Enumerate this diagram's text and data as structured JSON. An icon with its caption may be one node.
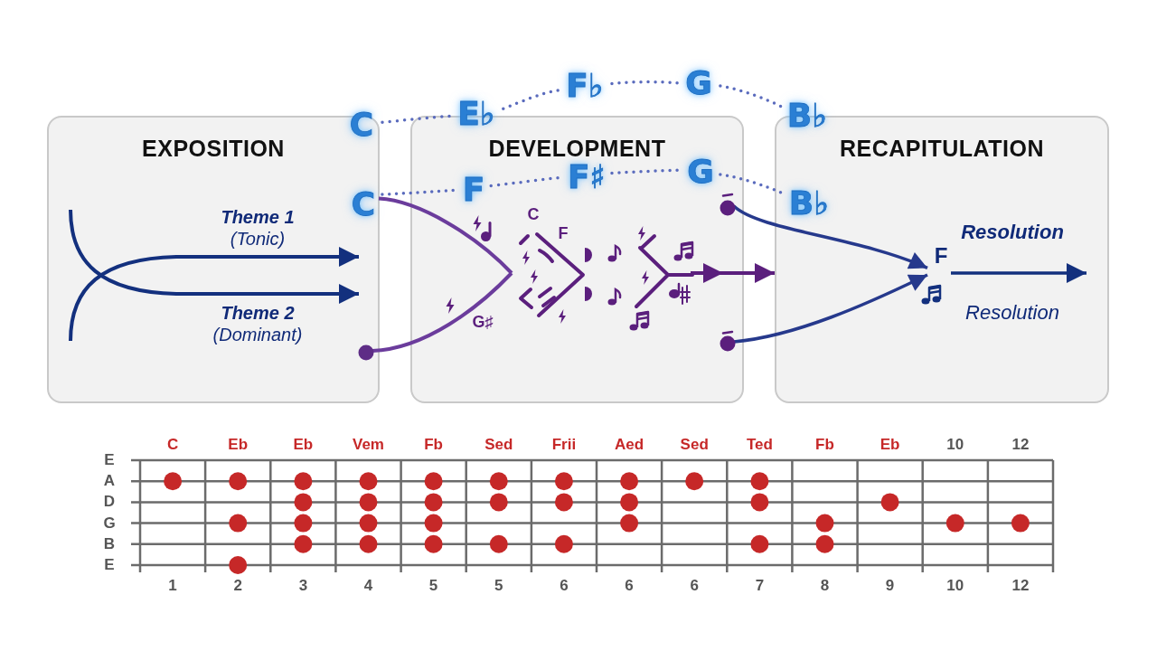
{
  "diagram": {
    "nodes": [
      {
        "text": [
          "EXPOSITION"
        ]
      },
      {
        "text": [
          "C"
        ]
      },
      {
        "text": [
          "C"
        ],
        "in": 0
      },
      {
        "text": [],
        "shape": "circle",
        "in": 0
      },
      {
        "text": [
          "DEVELOPMENT"
        ]
      },
      {
        "text": [
          "E♭"
        ]
      },
      {
        "text": [
          "F♭"
        ]
      },
      {
        "text": [
          "G"
        ]
      },
      {
        "text": [
          "F"
        ],
        "in": 4
      },
      {
        "text": [
          "F♯"
        ],
        "in": 4
      },
      {
        "text": [
          "G"
        ],
        "in": 4
      },
      {
        "text": [],
        "shape": "picture",
        "in": 4
      },
      {
        "text": [],
        "shape": "circle",
        "in": 4
      },
      {
        "text": [],
        "shape": "circle",
        "in": 4
      },
      {
        "text": [
          "RECAPITULATION"
        ]
      },
      {
        "text": [
          "B♭"
        ]
      },
      {
        "text": [
          "B♭"
        ],
        "in": 14
      },
      {
        "text": [
          "F"
        ],
        "in": 14
      }
    ],
    "edges": [
      {
        "from": 1,
        "to": 5,
        "arrow": "none",
        "style": "dashed"
      },
      {
        "from": 5,
        "to": 6,
        "arrow": "none",
        "style": "dashed"
      },
      {
        "from": 6,
        "to": 7,
        "arrow": "none",
        "style": "dashed"
      },
      {
        "from": 7,
        "to": 15,
        "arrow": "none",
        "style": "dashed"
      },
      {
        "from": 2,
        "to": 8,
        "arrow": "none",
        "style": "dashed"
      },
      {
        "from": 8,
        "to": 9,
        "arrow": "none",
        "style": "dashed"
      },
      {
        "from": 9,
        "to": 10,
        "arrow": "none",
        "style": "dashed"
      },
      {
        "from": 10,
        "to": 16,
        "arrow": "none",
        "style": "dashed"
      },
      {
        "from": 2,
        "to": 11,
        "arrow": "none",
        "color": "#6b3c9c"
      },
      {
        "from": 3,
        "to": 11,
        "arrow": "none",
        "color": "#6b3c9c"
      },
      {
        "from": 11,
        "to": 14,
        "arrow": "to",
        "color": "#5b1f7d"
      },
      {
        "from": 12,
        "to": 17,
        "arrow": "to",
        "color": "#26398c"
      },
      {
        "from": 13,
        "to": 17,
        "arrow": "to",
        "color": "#26398c"
      },
      {
        "from": 17,
        "to": null,
        "arrow": "to",
        "label": "Resolution",
        "color": "#13307e"
      }
    ],
    "labels": [
      "Theme 1",
      "(Tonic)",
      "Theme 2",
      "(Dominant)",
      "C",
      "F",
      "G♯",
      "Resolution",
      "C",
      "Eb",
      "Eb",
      "Vem",
      "Fb",
      "Sed",
      "Frii",
      "Aed",
      "Sed",
      "Ted",
      "Fb",
      "Eb",
      "10",
      "12",
      "E",
      "A",
      "D",
      "G",
      "B",
      "E",
      "1",
      "2",
      "3",
      "4",
      "5",
      "5",
      "6",
      "6",
      "6",
      "7",
      "8",
      "9",
      "10",
      "12"
    ]
  }
}
